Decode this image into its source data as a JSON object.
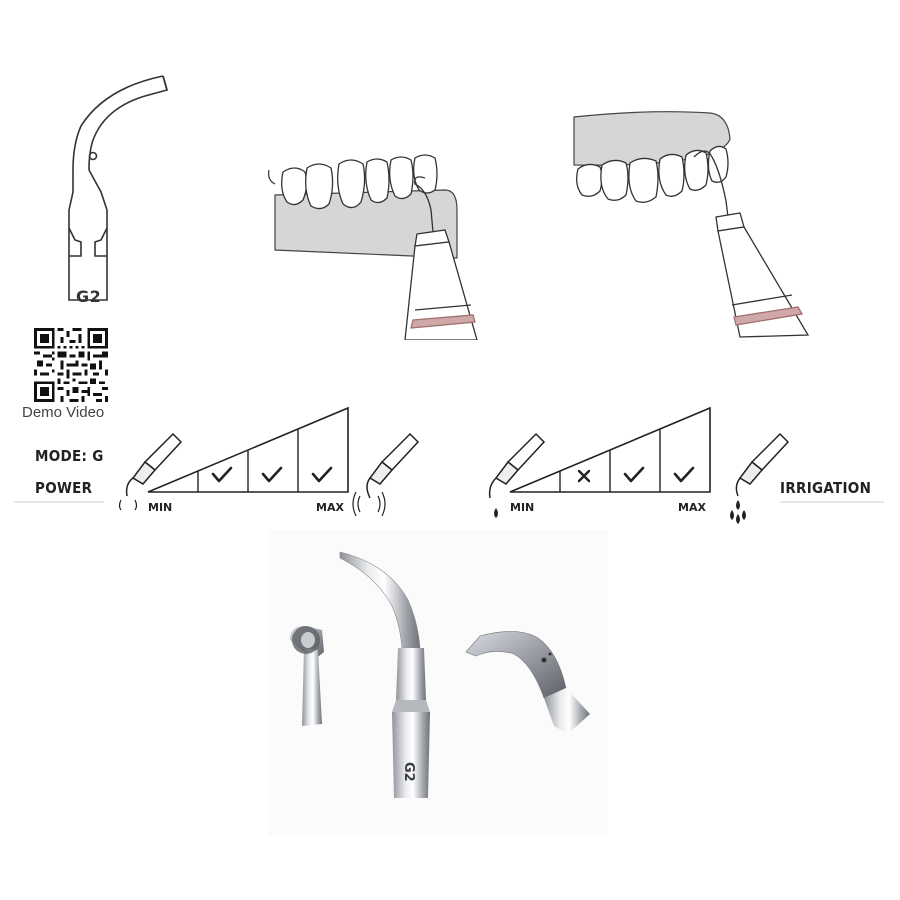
{
  "tip": {
    "model_label": "G2"
  },
  "qr": {
    "caption": "Demo Video"
  },
  "mode": {
    "label": "MODE: G"
  },
  "power": {
    "label": "POWER",
    "min_label": "MIN",
    "max_label": "MAX",
    "levels": [
      "",
      "check",
      "check",
      "check"
    ]
  },
  "irrigation": {
    "label": "IRRIGATION",
    "min_label": "MIN",
    "max_label": "MAX",
    "levels": [
      "",
      "cross",
      "check",
      "check"
    ]
  },
  "photo": {
    "engraving": "G2"
  }
}
